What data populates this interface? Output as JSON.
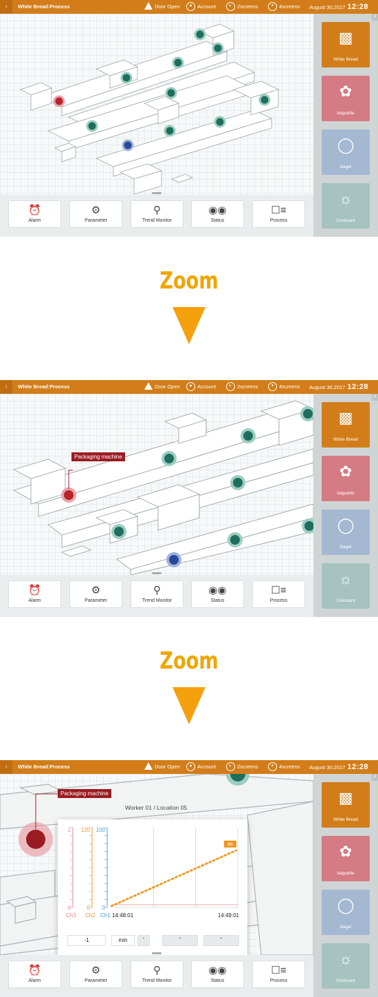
{
  "header": {
    "breadcrumb": "White Bread:Process",
    "door": "Door Open",
    "account": "Account",
    "screens2": "2screens",
    "screens4": "4screens",
    "date": "August 30,2017",
    "time": "12:28"
  },
  "bottom_buttons": [
    {
      "label": "Alarm",
      "icon": "alarm-clock-icon"
    },
    {
      "label": "Parameter",
      "icon": "gears-icon"
    },
    {
      "label": "Trend Monitor",
      "icon": "magnifier-chart-icon"
    },
    {
      "label": "Status",
      "icon": "binoculars-icon"
    },
    {
      "label": "Process",
      "icon": "flow-chart-icon"
    }
  ],
  "products": [
    {
      "label": "White Bread",
      "icon": "bread-icon",
      "color": "#d27d19"
    },
    {
      "label": "baguette",
      "icon": "baguette-icon",
      "color": "#d57b83"
    },
    {
      "label": "Bagel",
      "icon": "bagel-icon",
      "color": "#a5b8d2"
    },
    {
      "label": "Croissant",
      "icon": "croissant-icon",
      "color": "#a6c3bf"
    }
  ],
  "zoom": {
    "label": "Zoom"
  },
  "machine": {
    "label": "Packaging machine"
  },
  "trend": {
    "worker": "Worker 01 / Location 05",
    "axes": [
      {
        "name": "Ch3",
        "max": "1",
        "min": "0",
        "color": "#e8888f"
      },
      {
        "name": "Ch2",
        "max": "120",
        "min": "0",
        "color": "#e8953a"
      },
      {
        "name": "Ch1",
        "max": "100",
        "min": "0",
        "color": "#4a9bd6"
      }
    ],
    "start_time": "14:48:01",
    "end_time": "14:49:01",
    "value_label": "86",
    "offset_value": "-1",
    "unit": "min"
  },
  "colors": {
    "accent": "#d27d19",
    "status_green": "#1f6e5d",
    "status_red": "#b8232d",
    "status_blue": "#27479a"
  }
}
